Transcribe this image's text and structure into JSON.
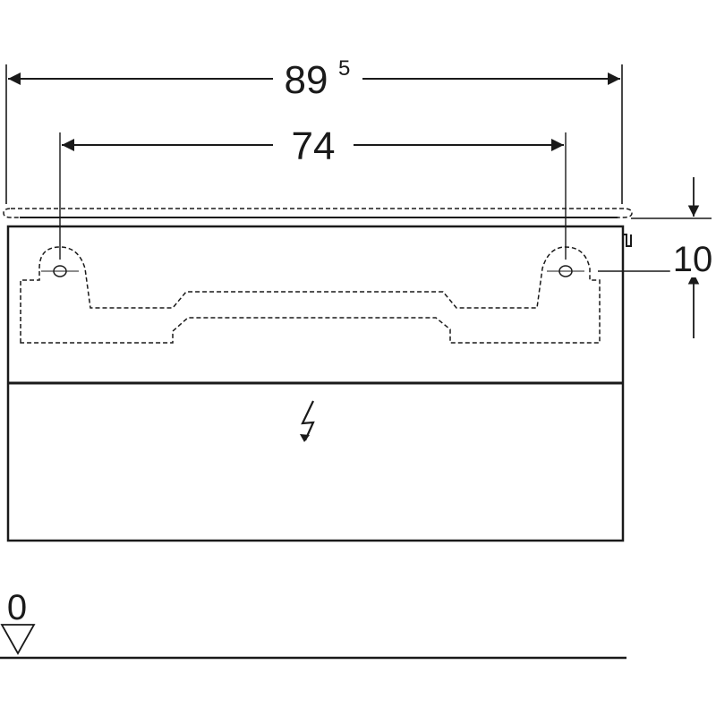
{
  "dimensions": {
    "overall_width_main": "89",
    "overall_width_sup": "5",
    "hole_spacing": "74",
    "hole_height": "10",
    "floor_level": "0"
  },
  "symbols": {
    "electrical": "lightning-icon",
    "floor_marker": "floor-level-triangle-icon"
  }
}
